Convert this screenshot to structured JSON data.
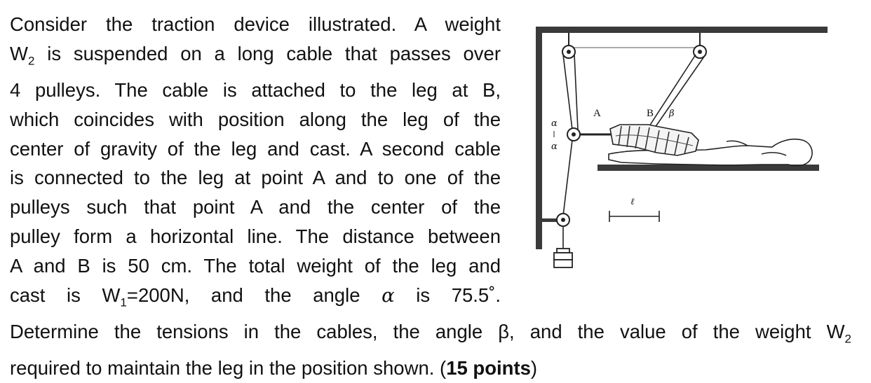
{
  "problem": {
    "lines": [
      "Consider the traction device illustrated. A weight",
      [
        "W",
        "2",
        " is suspended on a long cable that passes over"
      ],
      "4 pulleys. The cable is attached to the leg at B,",
      "which coincides with position along the leg of the",
      "center of gravity of the leg and cast. A second cable",
      "is connected to the leg at point A and to one of the",
      "pulleys such that point A and the center of the",
      "pulley form a horizontal line. The distance between",
      "A and B is 50 cm. The total weight of the leg and"
    ],
    "line10": {
      "part1": "cast is W",
      "sub1": "1",
      "part2": "=200N, and the angle",
      "alpha": "α",
      "part3": "is 75.5˚."
    },
    "line11": {
      "part1": "Determine the tensions in the cables, the angle β, and the value of the weight W",
      "sub": "2"
    },
    "line12": {
      "part1": "required to maintain the leg in the position shown. (",
      "bold": "15 points",
      "part2": ")"
    }
  },
  "figure": {
    "labels": {
      "A": "A",
      "B": "B",
      "beta": "β",
      "alpha_upper": "α",
      "alpha_lower": "α",
      "ell": "ℓ"
    }
  }
}
